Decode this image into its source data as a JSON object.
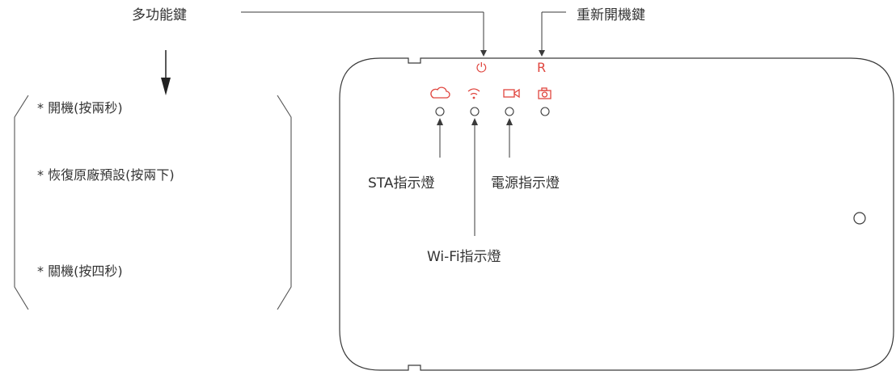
{
  "callouts": {
    "multi_function_button": "多功能鍵",
    "reset_button": "重新開機鍵",
    "sta_indicator": "STA指示燈",
    "power_indicator": "電源指示燈",
    "wifi_indicator": "Wi-Fi指示燈"
  },
  "button_marks": {
    "power_symbol": "⏻",
    "reset_letter": "R"
  },
  "functions": [
    {
      "text": "開機(按兩秒)"
    },
    {
      "text": "恢復原廠預設(按兩下)"
    },
    {
      "text": "關機(按四秒)"
    }
  ],
  "bullet": "*",
  "indicator_icons": [
    "cloud-icon",
    "wifi-icon",
    "video-camera-icon",
    "camera-icon"
  ],
  "colors": {
    "accent": "#e0463f",
    "stroke": "#3a3a3a"
  }
}
